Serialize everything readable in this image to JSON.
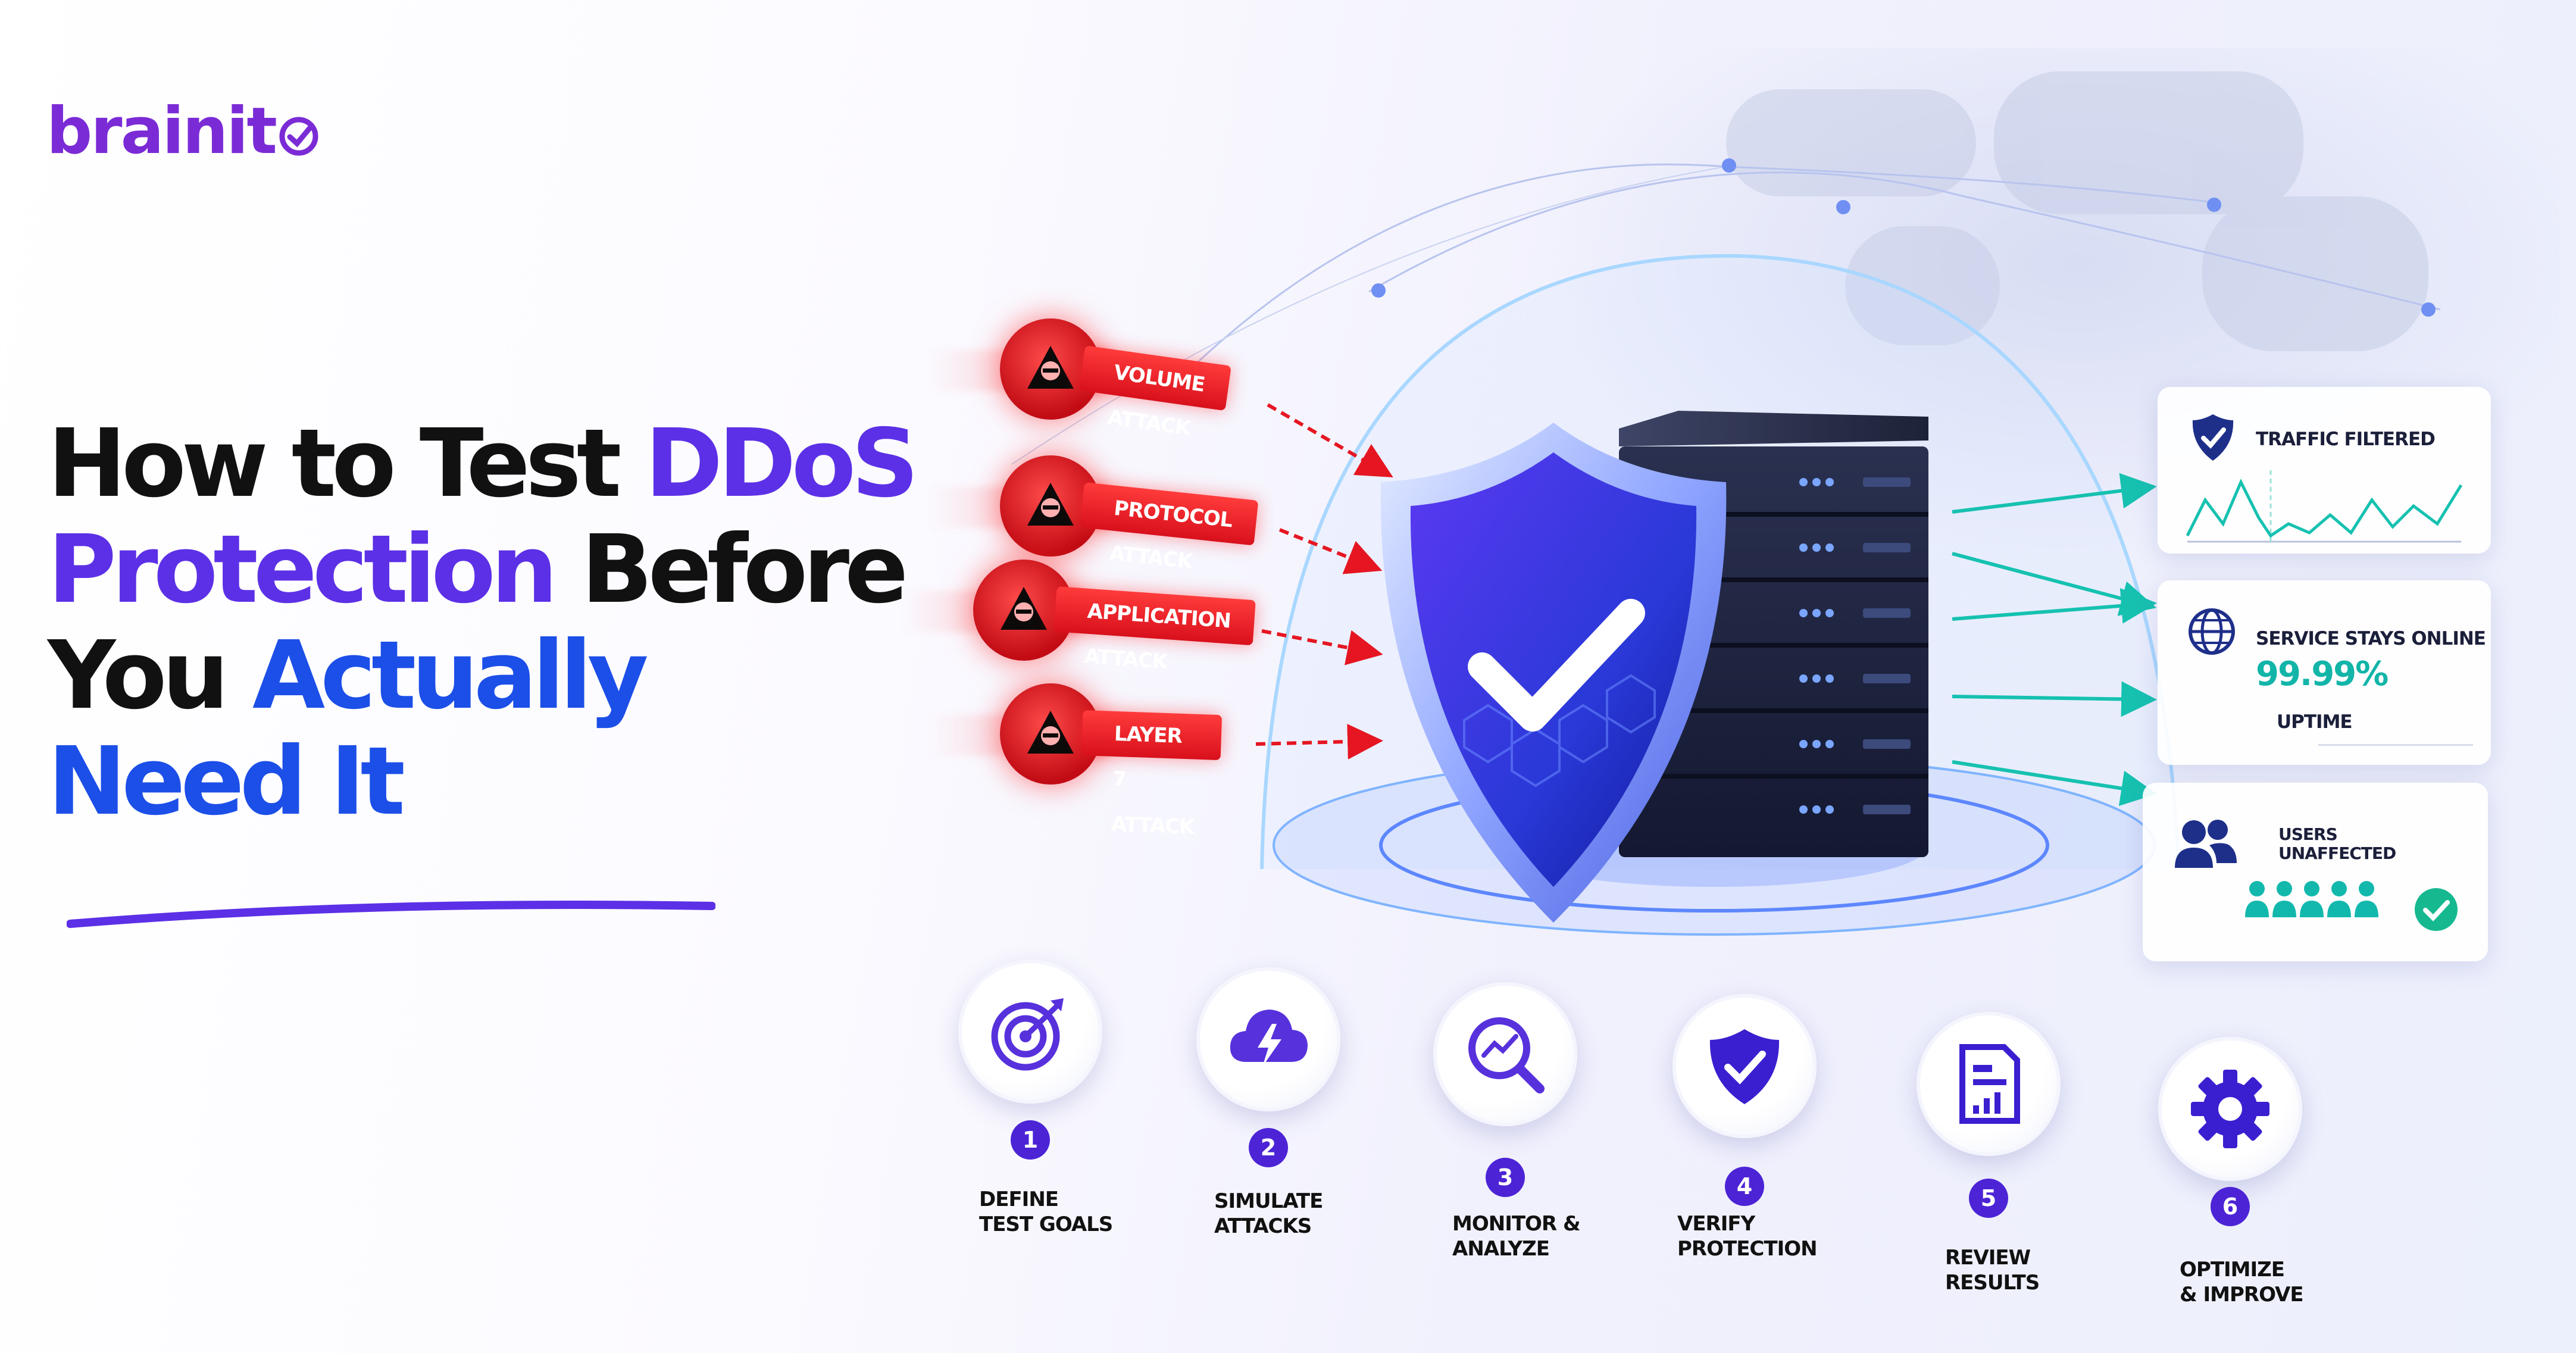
{
  "brand": {
    "logo_text": "brainit",
    "colors": {
      "purple": "#7b2bd6",
      "headline_purple": "#5c30e6",
      "headline_blue": "#1c4fe8",
      "attack_red": "#e0141f",
      "accent_teal": "#12b5a8",
      "step_blue": "#4c24d6"
    }
  },
  "headline": {
    "line1_plain": "How to Test ",
    "line1_accent": "DDoS",
    "line2_accent": "Protection",
    "line2_plain": " Before",
    "line3_plain": "You ",
    "line3_accent": "Actually",
    "line4_accent": "Need It"
  },
  "attacks": [
    {
      "label": "VOLUME ATTACK",
      "icon": "hacker-icon"
    },
    {
      "label": "PROTOCOL ATTACK",
      "icon": "hacker-icon"
    },
    {
      "label": "APPLICATION ATTACK",
      "icon": "hacker-icon"
    },
    {
      "label": "LAYER 7 ATTACK",
      "icon": "hacker-icon"
    }
  ],
  "status_cards": {
    "traffic": {
      "title": "TRAFFIC FILTERED",
      "icon": "shield-check-icon"
    },
    "service": {
      "title": "SERVICE STAYS ONLINE",
      "value": "99.99%",
      "sub": "UPTIME",
      "icon": "globe-icon"
    },
    "users": {
      "title_line1": "USERS",
      "title_line2": "UNAFFECTED",
      "icon": "users-icon",
      "status_icon": "check-circle-icon"
    }
  },
  "steps": [
    {
      "number": "1",
      "label": "DEFINE\nTEST GOALS",
      "icon": "target-icon"
    },
    {
      "number": "2",
      "label": "SIMULATE\nATTACKS",
      "icon": "cloud-lightning-icon"
    },
    {
      "number": "3",
      "label": "MONITOR &\nANALYZE",
      "icon": "magnifier-chart-icon"
    },
    {
      "number": "4",
      "label": "VERIFY\nPROTECTION",
      "icon": "shield-check-icon"
    },
    {
      "number": "5",
      "label": "REVIEW\nRESULTS",
      "icon": "report-icon"
    },
    {
      "number": "6",
      "label": "OPTIMIZE\n& IMPROVE",
      "icon": "gear-icon"
    }
  ]
}
